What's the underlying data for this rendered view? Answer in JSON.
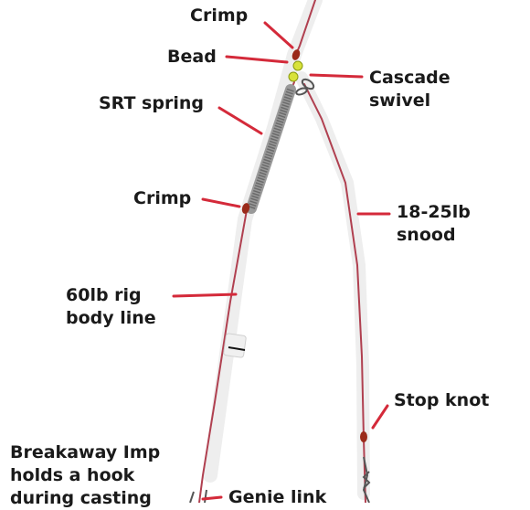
{
  "labels": {
    "crimp_top": "Crimp",
    "bead": "Bead",
    "cascade_swivel": [
      "Cascade",
      "swivel"
    ],
    "srt_spring": "SRT spring",
    "crimp_mid": "Crimp",
    "snood": [
      "18-25lb",
      "snood"
    ],
    "rig_body_line": [
      "60lb rig",
      "body line"
    ],
    "stop_knot": "Stop knot",
    "breakaway_imp": [
      "Breakaway Imp",
      "holds a hook",
      "during casting"
    ],
    "genie_link": "Genie link"
  },
  "colors": {
    "leader_line": "#d42a3a",
    "line": "#b04050",
    "bead": "#d8e23a",
    "crimp": "#9a2a1a",
    "text": "#1a1a1a"
  }
}
